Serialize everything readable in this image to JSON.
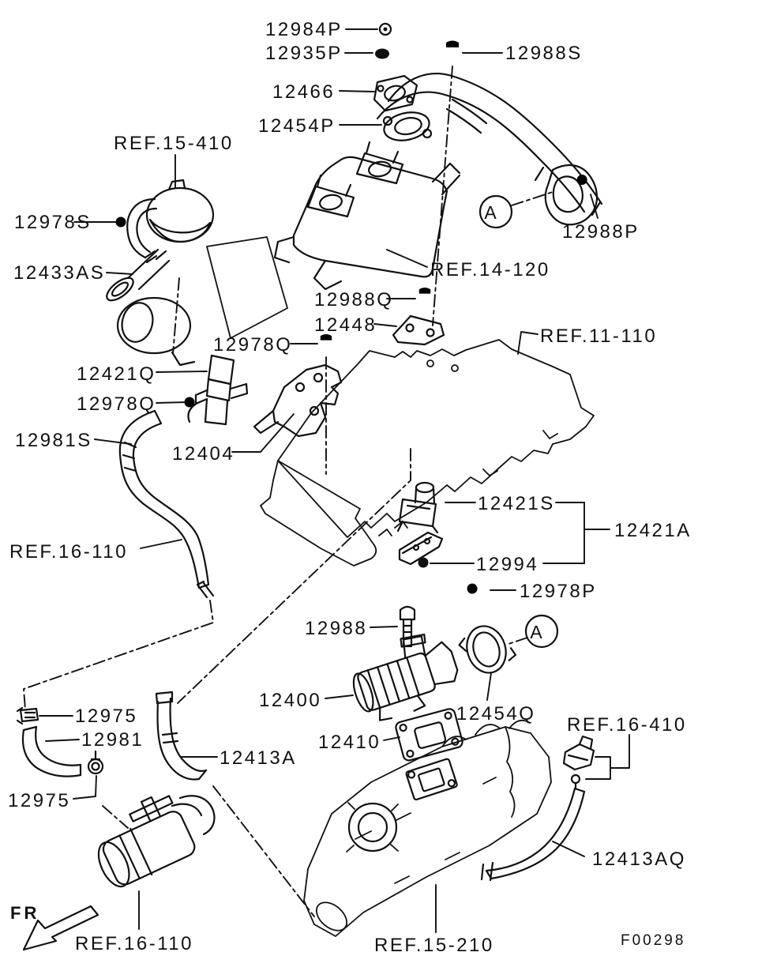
{
  "figure": {
    "code": "F00298",
    "orientation": "FR",
    "detail_marker": "A",
    "description": "Mitsubishi emission control / EGR system exploded parts diagram"
  },
  "part_labels": {
    "12984P": "12984P",
    "12935P": "12935P",
    "12988S": "12988S",
    "12466": "12466",
    "12454P": "12454P",
    "12978S": "12978S",
    "12433AS": "12433AS",
    "12988P": "12988P",
    "12988Q": "12988Q",
    "12448": "12448",
    "12978Q": "12978Q",
    "12421Q": "12421Q",
    "12981S": "12981S",
    "12404": "12404",
    "12421S": "12421S",
    "12421A": "12421A",
    "12994": "12994",
    "12978P": "12978P",
    "12988": "12988",
    "12400": "12400",
    "12454Q": "12454Q",
    "12410": "12410",
    "12413AQ": "12413AQ",
    "12975": "12975",
    "12981": "12981",
    "12413A": "12413A"
  },
  "ref_labels": {
    "15_410": "REF.15-410",
    "14_120": "REF.14-120",
    "11_110": "REF.11-110",
    "16_110": "REF.16-110",
    "16_410": "REF.16-410",
    "15_210": "REF.15-210"
  }
}
